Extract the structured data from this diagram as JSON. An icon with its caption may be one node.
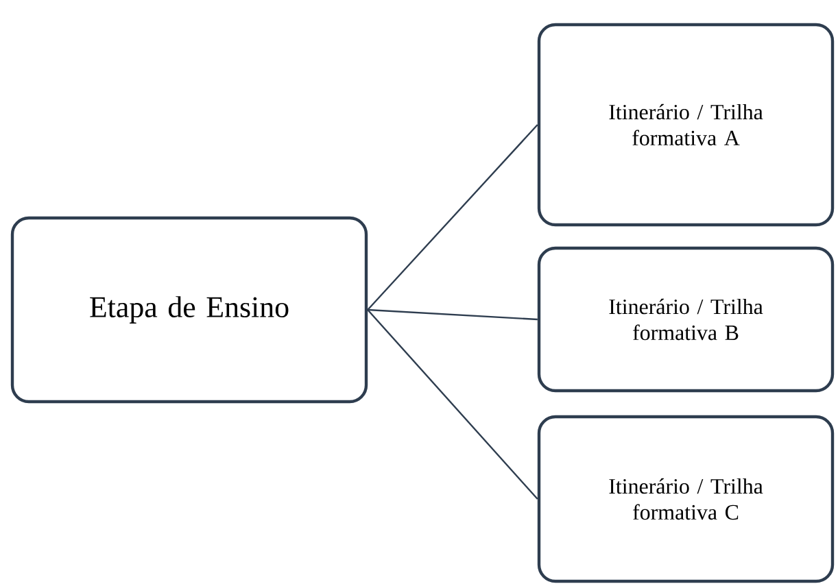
{
  "diagram": {
    "nodes": [
      {
        "text": [
          "Etapa de Ensino"
        ]
      },
      {
        "text": [
          "Itinerário / Trilha formativa A"
        ]
      },
      {
        "text": [
          "Itinerário / Trilha formativa B"
        ]
      },
      {
        "text": [
          "Itinerário / Trilha formativa C"
        ]
      }
    ],
    "edges": [
      {
        "from": 0,
        "to": 1,
        "arrow": "none"
      },
      {
        "from": 0,
        "to": 2,
        "arrow": "none"
      },
      {
        "from": 0,
        "to": 3,
        "arrow": "none"
      }
    ]
  }
}
